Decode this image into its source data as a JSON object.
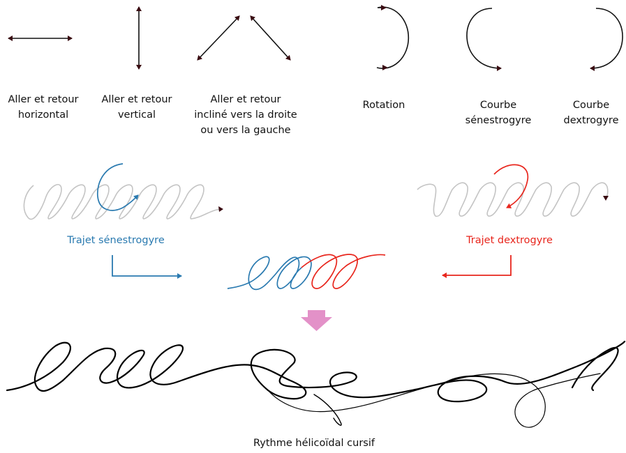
{
  "movements": [
    {
      "id": "horizontal",
      "label": "Aller et retour\nhorizontal"
    },
    {
      "id": "vertical",
      "label": "Aller et retour\nvertical"
    },
    {
      "id": "diagonal",
      "label": "Aller et retour\nincliné vers la droite\nou vers la gauche"
    },
    {
      "id": "rotation",
      "label": "Rotation"
    },
    {
      "id": "courbe-senestrogyre",
      "label": "Courbe\nsénestrogyre"
    },
    {
      "id": "courbe-dextrogyre",
      "label": "Courbe\ndextrogyre"
    }
  ],
  "paths": {
    "senestrogyre": {
      "label": "Trajet sénestrogyre",
      "color": "#2a7ab0"
    },
    "dextrogyre": {
      "label": "Trajet dextrogyre",
      "color": "#e8261d"
    }
  },
  "faint_color": "#c4c4c4",
  "arrow_color": "#e391c8",
  "result_label": "Rythme hélicoïdal cursif"
}
